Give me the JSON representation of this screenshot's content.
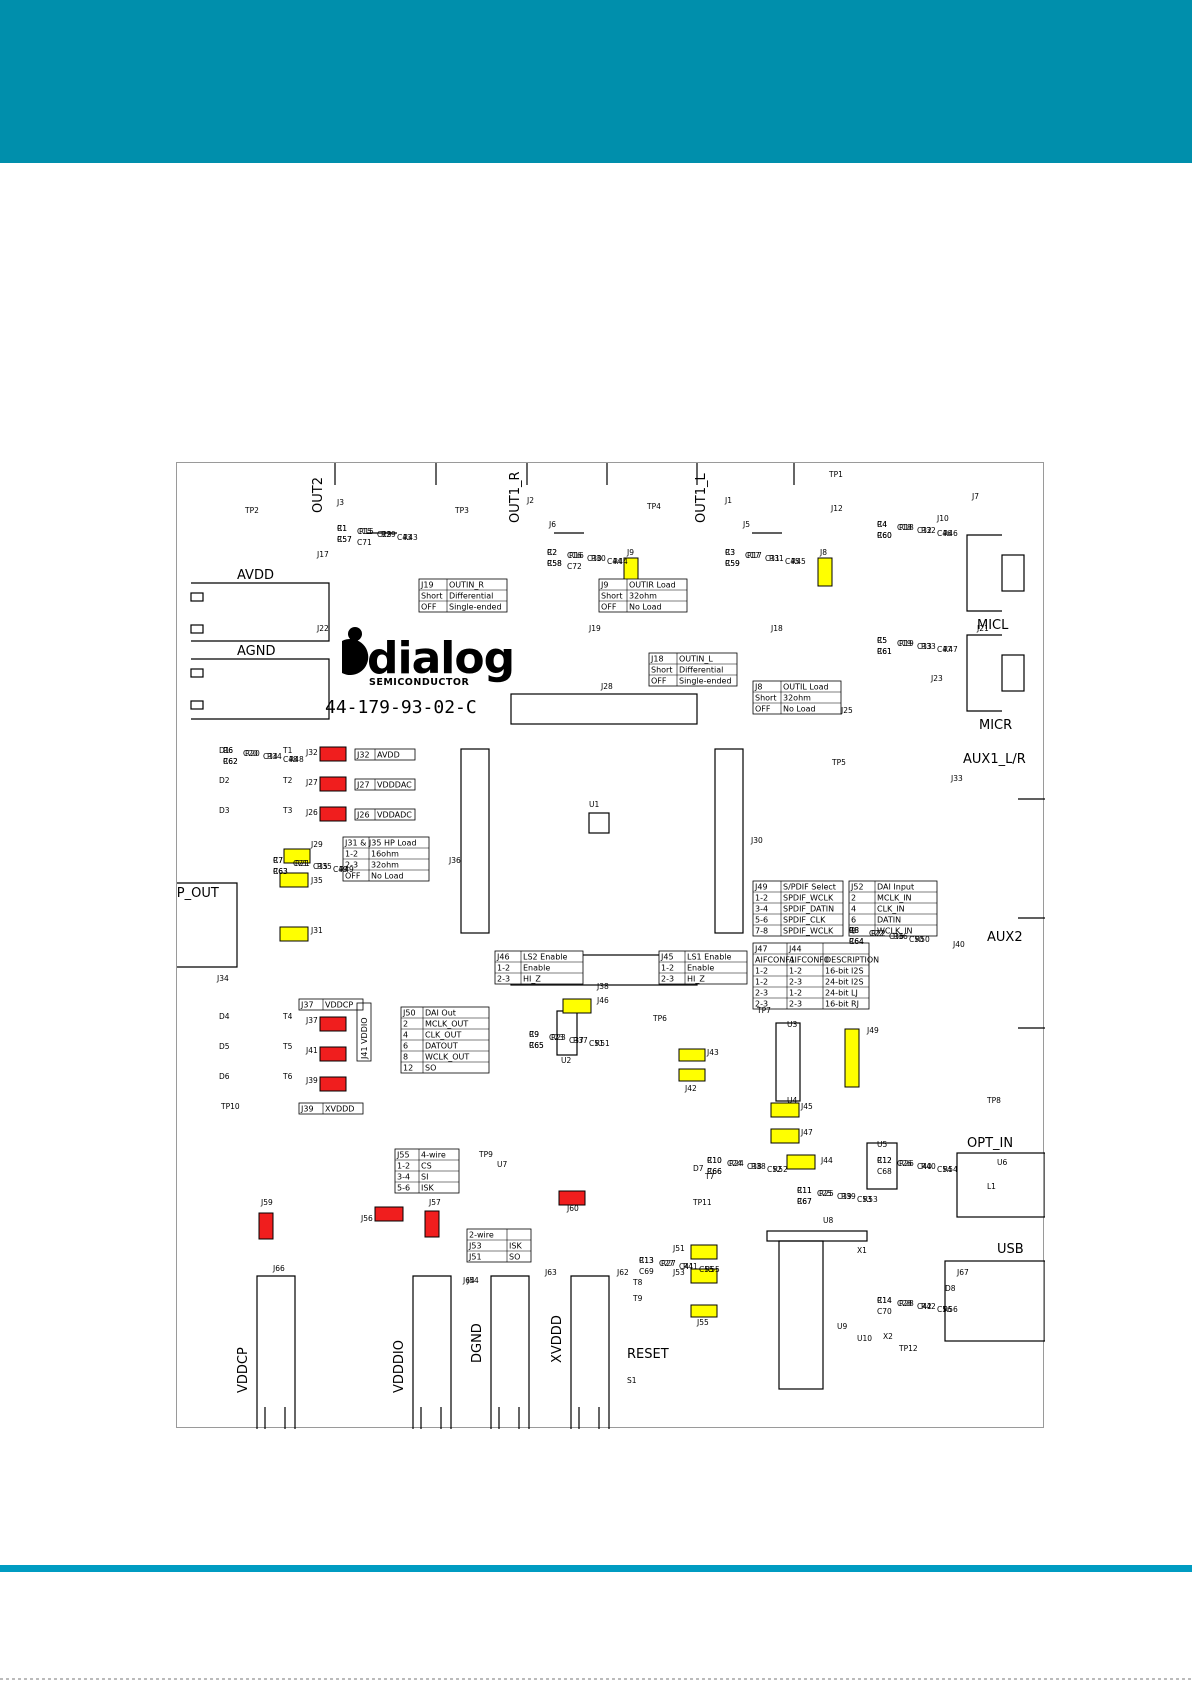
{
  "brand": {
    "header_color": "#008fac",
    "footer_color": "#009cc2",
    "logo_word": "dialog",
    "logo_sub": "SEMICONDUCTOR",
    "part_number": "44-179-93-02-C"
  },
  "colors": {
    "jumper_yellow": "#ffff00",
    "jumper_red": "#f01e1e"
  },
  "connectors": {
    "out2": "OUT2",
    "out1_r": "OUT1_R",
    "out1_l": "OUT1_L",
    "avdd": "AVDD",
    "agnd": "AGND",
    "micl": "MICL",
    "micr": "MICR",
    "aux1": "AUX1_L/R",
    "aux2": "AUX2",
    "hp_out": "HP_OUT",
    "opt_in": "OPT_IN",
    "usb": "USB",
    "vddcp": "VDDCP",
    "vddio": "VDDDIO",
    "dgnd": "DGND",
    "xvddd": "XVDDD",
    "reset": "RESET"
  },
  "tables": {
    "j19": [
      [
        "J19",
        "OUTIN_R"
      ],
      [
        "Short",
        "Differential"
      ],
      [
        "OFF",
        "Single-ended"
      ]
    ],
    "j9": [
      [
        "J9",
        "OUTIR Load"
      ],
      [
        "Short",
        "32ohm"
      ],
      [
        "OFF",
        "No Load"
      ]
    ],
    "j18": [
      [
        "J18",
        "OUTIN_L"
      ],
      [
        "Short",
        "Differential"
      ],
      [
        "OFF",
        "Single-ended"
      ]
    ],
    "j8": [
      [
        "J8",
        "OUTIL Load"
      ],
      [
        "Short",
        "32ohm"
      ],
      [
        "OFF",
        "No Load"
      ]
    ],
    "j32": [
      [
        "J32",
        "AVDD"
      ]
    ],
    "j27": [
      [
        "J27",
        "VDDDAC"
      ]
    ],
    "j26": [
      [
        "J26",
        "VDDADC"
      ]
    ],
    "j31": [
      [
        "J31 & J35 HP Load",
        ""
      ],
      [
        "1-2",
        "16ohm"
      ],
      [
        "2-3",
        "32ohm"
      ],
      [
        "OFF",
        "No Load"
      ]
    ],
    "j49": [
      [
        "J49",
        "S/PDIF Select"
      ],
      [
        "1-2",
        "SPDIF_WCLK"
      ],
      [
        "3-4",
        "SPDIF_DATIN"
      ],
      [
        "5-6",
        "SPDIF_CLK"
      ],
      [
        "7-8",
        "SPDIF_WCLK"
      ]
    ],
    "j52": [
      [
        "J52",
        "DAI Input"
      ],
      [
        "2",
        "MCLK_IN"
      ],
      [
        "4",
        "CLK_IN"
      ],
      [
        "6",
        "DATIN"
      ],
      [
        "8",
        "WCLK_IN"
      ]
    ],
    "j47": [
      [
        "J47",
        "J44",
        ""
      ],
      [
        "AIFCONF1",
        "AIFCONF0",
        "DESCRIPTION"
      ],
      [
        "1-2",
        "1-2",
        "16-bit I2S"
      ],
      [
        "1-2",
        "2-3",
        "24-bit I2S"
      ],
      [
        "2-3",
        "1-2",
        "24-bit LJ"
      ],
      [
        "2-3",
        "2-3",
        "16-bit RJ"
      ]
    ],
    "j46": [
      [
        "J46",
        "LS2 Enable"
      ],
      [
        "1-2",
        "Enable"
      ],
      [
        "2-3",
        "HI_Z"
      ]
    ],
    "j45": [
      [
        "J45",
        "LS1 Enable"
      ],
      [
        "1-2",
        "Enable"
      ],
      [
        "2-3",
        "HI_Z"
      ]
    ],
    "j37": [
      [
        "J37",
        "VDDCP"
      ]
    ],
    "j39": [
      [
        "J39",
        "XVDDD"
      ]
    ],
    "j41": [
      [
        "J41",
        "VDDIO"
      ]
    ],
    "j50": [
      [
        "J50",
        "DAI Out"
      ],
      [
        "2",
        "MCLK_OUT"
      ],
      [
        "4",
        "CLK_OUT"
      ],
      [
        "6",
        "DATOUT"
      ],
      [
        "8",
        "WCLK_OUT"
      ],
      [
        "12",
        "SO"
      ]
    ],
    "j55": [
      [
        "J55",
        "4-wire"
      ],
      [
        "1-2",
        "CS"
      ],
      [
        "3-4",
        "SI"
      ],
      [
        "5-6",
        "ISK"
      ]
    ],
    "j53": [
      [
        "2-wire",
        ""
      ],
      [
        "J53",
        "ISK"
      ],
      [
        "J51",
        "SO"
      ]
    ]
  },
  "refdes": {
    "tp": [
      "TP1",
      "TP2",
      "TP3",
      "TP4",
      "TP5",
      "TP6",
      "TP7",
      "TP8",
      "TP9",
      "TP10",
      "TP11",
      "TP12"
    ],
    "headers": [
      "J1",
      "J2",
      "J3",
      "J5",
      "J6",
      "J7",
      "J10",
      "J12",
      "J17",
      "J21",
      "J22",
      "J23",
      "J25",
      "J28",
      "J30",
      "J33",
      "J34",
      "J36",
      "J38",
      "J40",
      "J54",
      "J62",
      "J63",
      "J64",
      "J66",
      "J67"
    ],
    "jumpers": [
      "J8",
      "J9",
      "J18",
      "J19",
      "J26",
      "J27",
      "J29",
      "J31",
      "J32",
      "J35",
      "J37",
      "J39",
      "J41",
      "J42",
      "J43",
      "J44",
      "J45",
      "J46",
      "J47",
      "J49",
      "J51",
      "J53",
      "J55",
      "J56",
      "J57",
      "J59",
      "J60"
    ],
    "ics": [
      "U1",
      "U2",
      "U3",
      "U4",
      "U5",
      "U6",
      "U7",
      "U8",
      "U9",
      "U10",
      "X1",
      "X2",
      "S1",
      "L1"
    ],
    "diodes": [
      "D1",
      "D2",
      "D3",
      "D4",
      "D5",
      "D6",
      "D7",
      "D8"
    ],
    "transistors": [
      "T1",
      "T2",
      "T3",
      "T4",
      "T5",
      "T6",
      "T7",
      "T8",
      "T9"
    ],
    "resistors": [
      "R1",
      "R2",
      "R3",
      "R4",
      "R5",
      "R6",
      "R7",
      "R8",
      "R9",
      "R10",
      "R11",
      "R12",
      "R13",
      "R14",
      "R15",
      "R16",
      "R17",
      "R18",
      "R19",
      "R20",
      "R21",
      "R22",
      "R23",
      "R24",
      "R25",
      "R26",
      "R27",
      "R28",
      "R29",
      "R30",
      "R31",
      "R32",
      "R33",
      "R34",
      "R35",
      "R36",
      "R37",
      "R38",
      "R39",
      "R40",
      "R41",
      "R42",
      "R43",
      "R44",
      "R45",
      "R46",
      "R47",
      "R48",
      "R49",
      "R50",
      "R51",
      "R52",
      "R53",
      "R54",
      "R55",
      "R56",
      "R57",
      "R58",
      "R59",
      "R60",
      "R61",
      "R62",
      "R63",
      "R64",
      "R65",
      "R66",
      "R67"
    ],
    "capacitors": [
      "C1",
      "C2",
      "C3",
      "C4",
      "C5",
      "C6",
      "C7",
      "C8",
      "C9",
      "C10",
      "C11",
      "C12",
      "C13",
      "C14",
      "C15",
      "C16",
      "C17",
      "C18",
      "C19",
      "C20",
      "C21",
      "C22",
      "C23",
      "C24",
      "C25",
      "C26",
      "C27",
      "C28",
      "C29",
      "C30",
      "C31",
      "C32",
      "C33",
      "C34",
      "C35",
      "C36",
      "C37",
      "C38",
      "C39",
      "C40",
      "C41",
      "C42",
      "C43",
      "C44",
      "C45",
      "C46",
      "C47",
      "C48",
      "C49",
      "C50",
      "C51",
      "C52",
      "C53",
      "C54",
      "C55",
      "C56",
      "C57",
      "C58",
      "C59",
      "C60",
      "C61",
      "C62",
      "C63",
      "C64",
      "C65",
      "C66",
      "C67",
      "C68",
      "C69",
      "C70",
      "C71",
      "C72"
    ]
  }
}
